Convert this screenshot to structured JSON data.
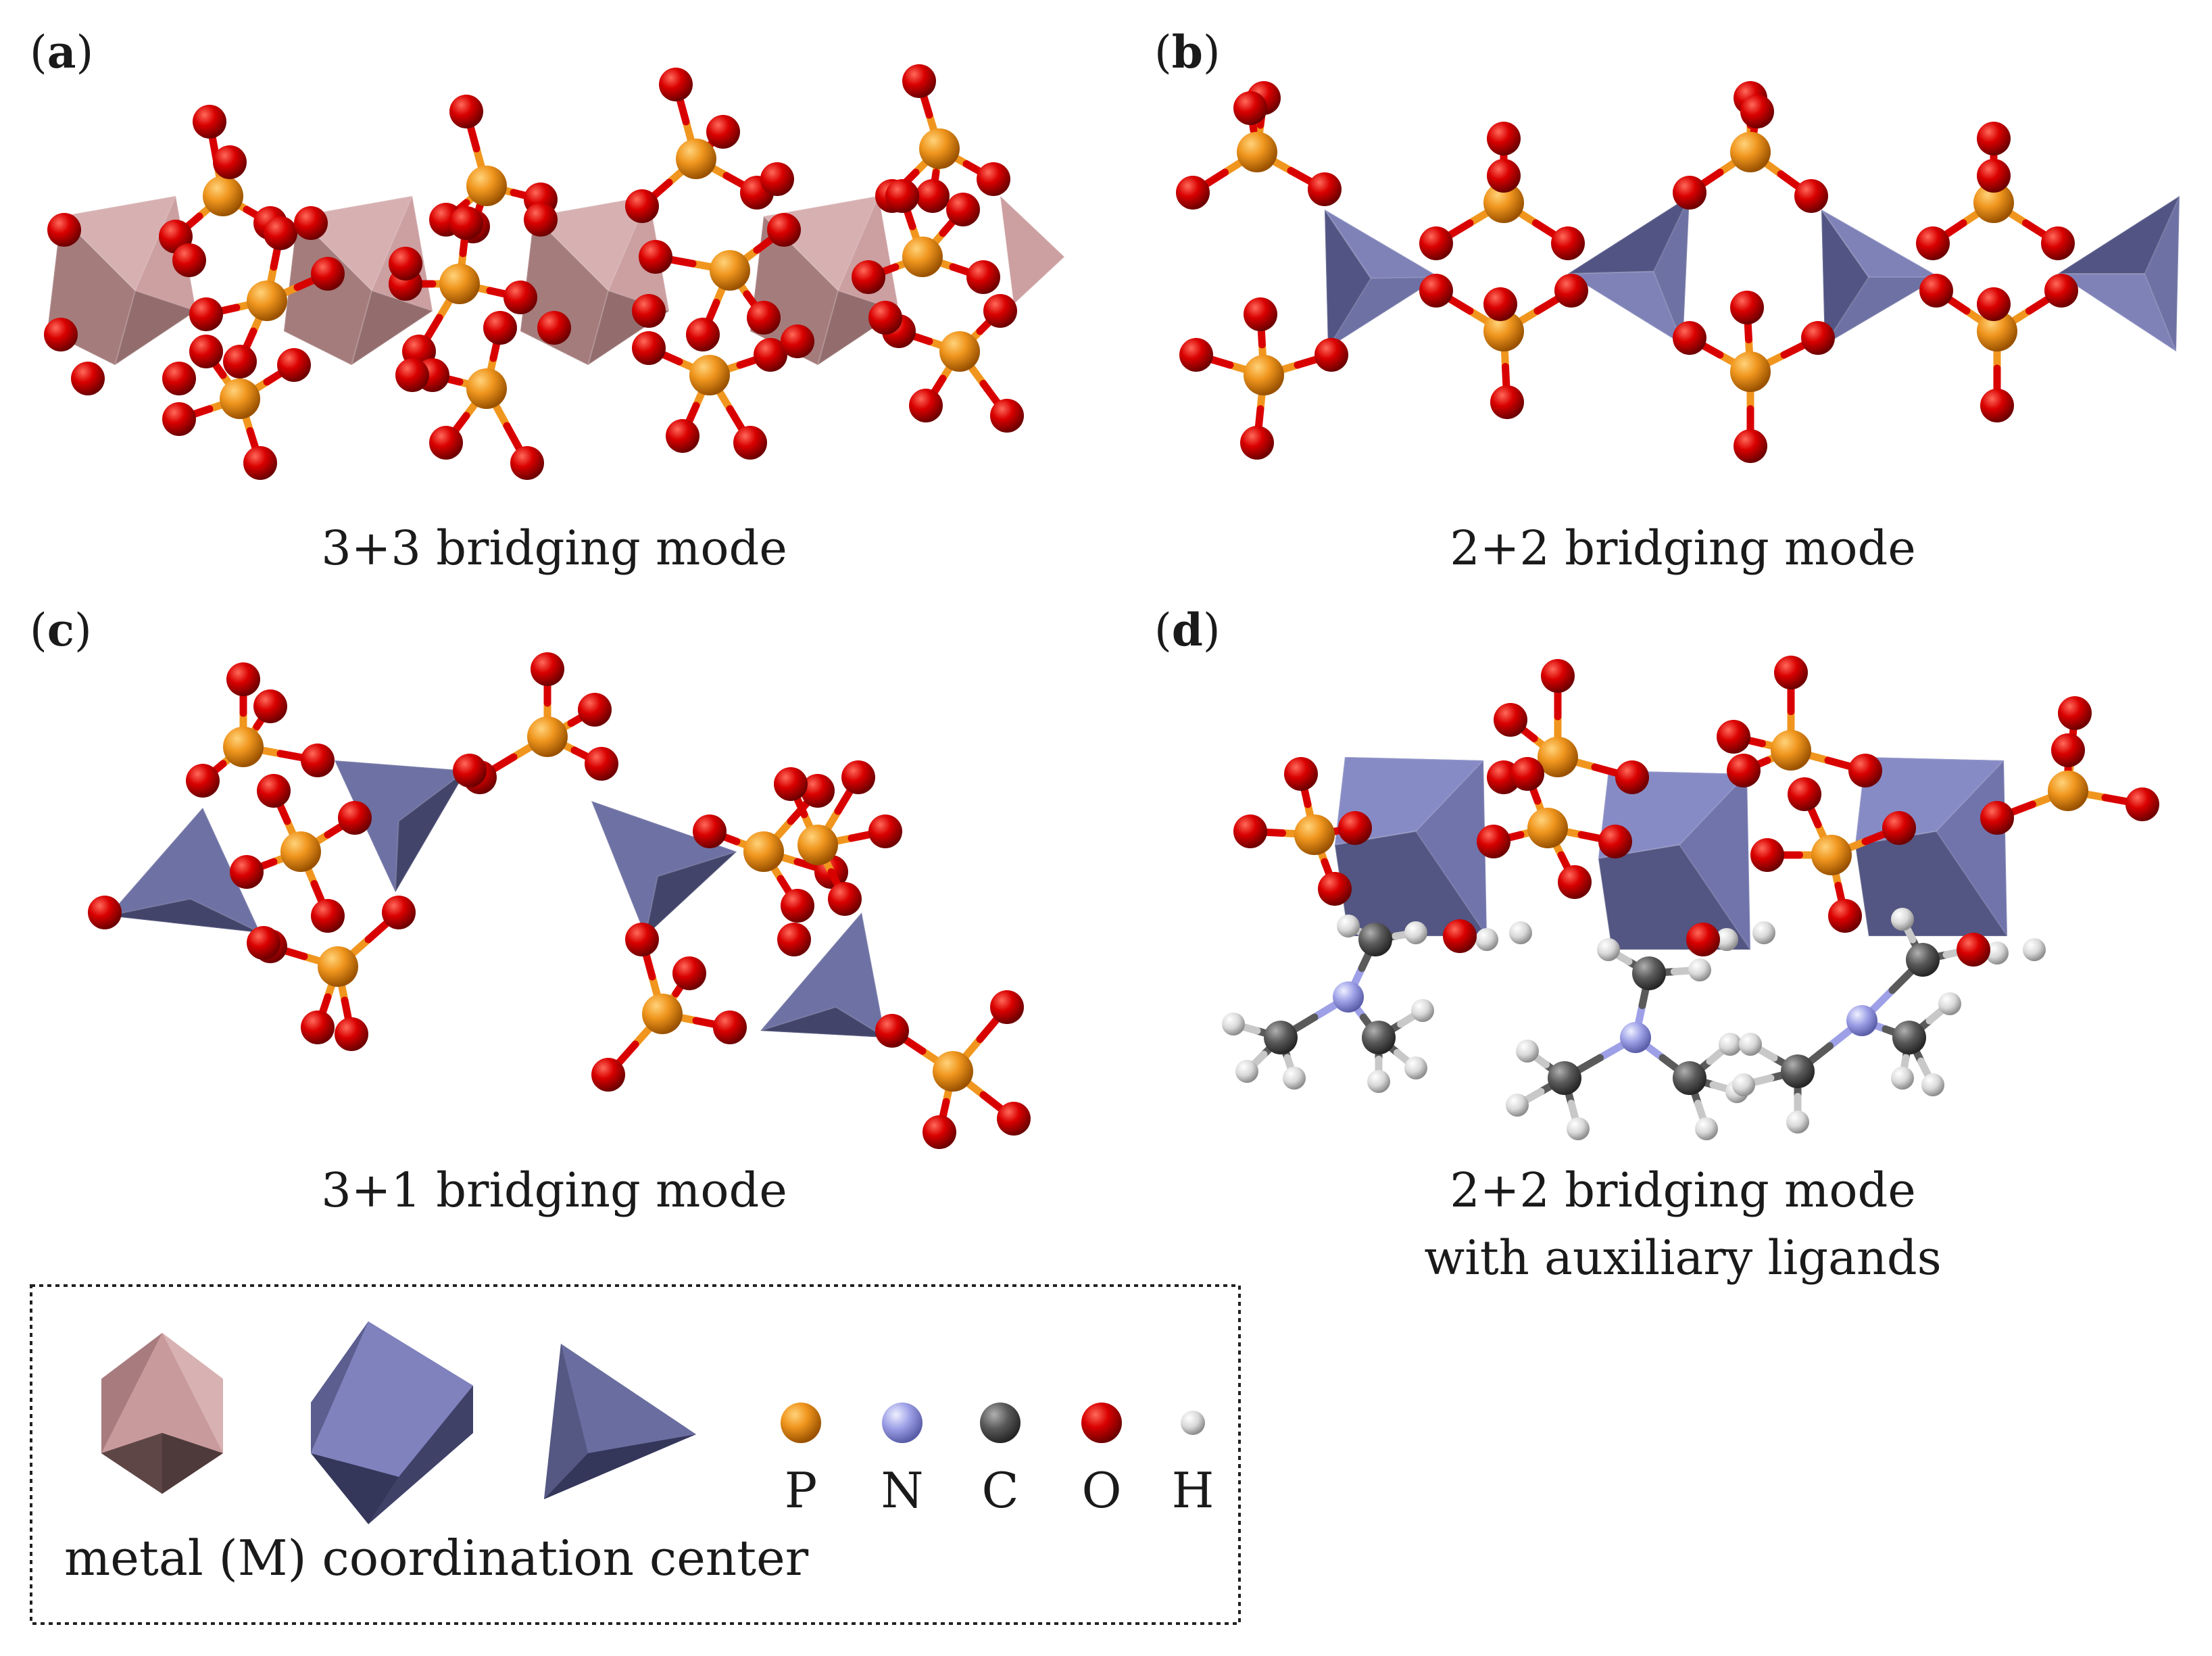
{
  "panels": {
    "a": {
      "label_open": "(",
      "label_letter": "a",
      "label_close": ")",
      "caption": "3+3 bridging mode"
    },
    "b": {
      "label_open": "(",
      "label_letter": "b",
      "label_close": ")",
      "caption": "2+2 bridging mode"
    },
    "c": {
      "label_open": "(",
      "label_letter": "c",
      "label_close": ")",
      "caption": "3+1 bridging mode"
    },
    "d": {
      "label_open": "(",
      "label_letter": "d",
      "label_close": ")",
      "caption_line1": "2+2 bridging mode",
      "caption_line2": "with auxiliary ligands"
    }
  },
  "legend": {
    "metal_label": "metal (M) coordination center",
    "atoms": [
      {
        "symbol": "P",
        "color": "#f0961e"
      },
      {
        "symbol": "N",
        "color": "#9da0e6"
      },
      {
        "symbol": "C",
        "color": "#5a5a5a"
      },
      {
        "symbol": "O",
        "color": "#d90000"
      },
      {
        "symbol": "H",
        "color": "#d9d9d9"
      }
    ]
  },
  "colors": {
    "octahedron_pink": "#c99a9c",
    "polyhedron_blue": "#6e71a3",
    "phosphorus": "#f0961e",
    "oxygen": "#d90000",
    "nitrogen": "#9da0e6",
    "carbon": "#5a5a5a",
    "hydrogen": "#d9d9d9"
  }
}
